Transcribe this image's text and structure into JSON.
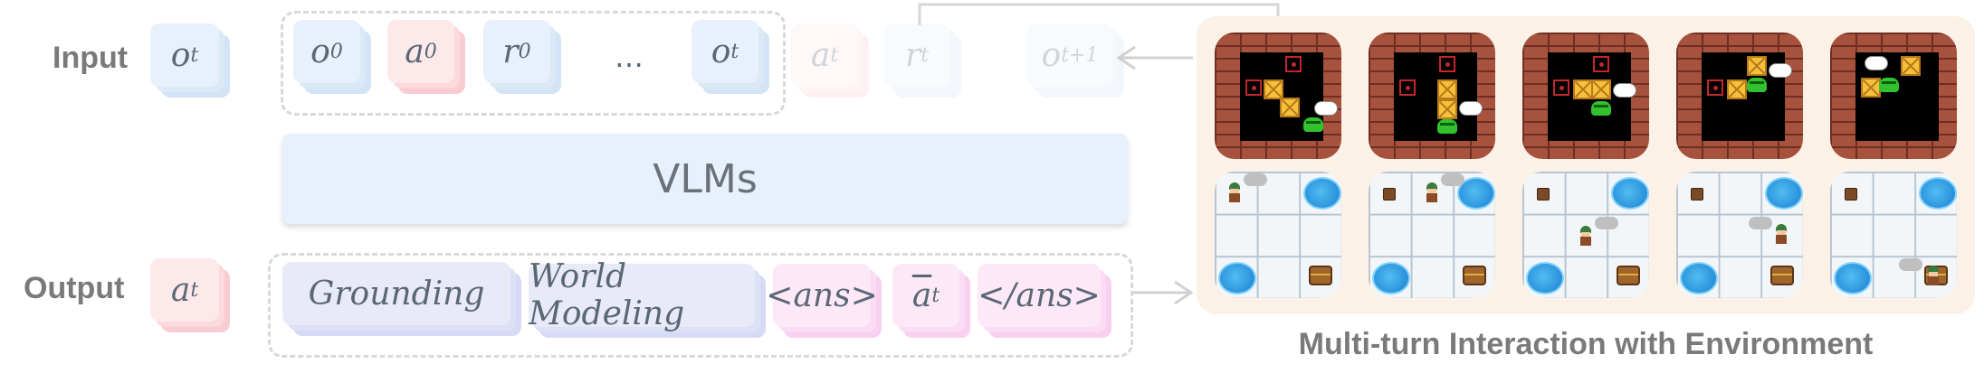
{
  "labels": {
    "input": "Input",
    "output": "Output"
  },
  "input": {
    "current_obs": {
      "base": "o",
      "sub": "t"
    },
    "history": [
      {
        "base": "o",
        "sub": "0"
      },
      {
        "base": "a",
        "sub": "0"
      },
      {
        "base": "r",
        "sub": "0"
      },
      {
        "base": "…",
        "sub": ""
      },
      {
        "base": "o",
        "sub": "t"
      }
    ],
    "next": [
      {
        "base": "a",
        "sub": "t"
      },
      {
        "base": "r",
        "sub": "t"
      },
      {
        "base": "o",
        "sub": "t+1"
      }
    ]
  },
  "model": {
    "label": "VLMs"
  },
  "output": {
    "action": {
      "base": "a",
      "sub": "t"
    },
    "steps": {
      "grounding": "Grounding",
      "world_modeling": "World Modeling",
      "ans_open": "<ans>",
      "action_bar": {
        "base": "a",
        "sub": "t"
      },
      "ans_close": "</ans>"
    }
  },
  "environment": {
    "caption": "Multi-turn Interaction with Environment"
  },
  "colors": {
    "blue": "#e8f1fb",
    "red": "#fde8ea",
    "pink": "#fde8f8",
    "lavender": "#e8eaf8",
    "panel": "#fbf1e7"
  },
  "icons": [
    "sokoban-tile",
    "frozen-lake-tile",
    "arrow-left-icon",
    "arrow-right-icon"
  ]
}
